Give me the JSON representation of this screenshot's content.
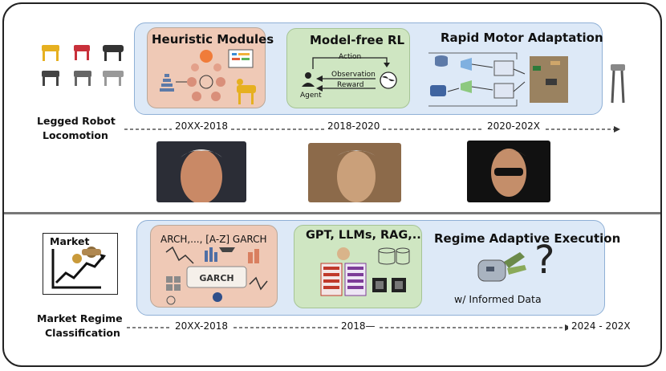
{
  "top": {
    "label_line1": "Legged Robot",
    "label_line2": "Locomotion",
    "heuristic_title": "Heuristic  Modules",
    "modelfree_title": "Model-free RL",
    "modelfree": {
      "action": "Action",
      "observation": "Observation",
      "reward": "Reward",
      "agent": "Agent"
    },
    "rma_title": "Rapid Motor Adaptation",
    "timeline": [
      "20XX-2018",
      "2018-2020",
      "2020-202X"
    ]
  },
  "bottom": {
    "label_line1": "Market Regime",
    "label_line2": "Classification",
    "market_label": "Market",
    "garch_title": "ARCH,..., [A-Z] GARCH",
    "garch_text": "GARCH",
    "llm_title": "GPT, LLMs, RAG,..",
    "regime_title": "Regime Adaptive Execution",
    "informed": "w/ Informed Data",
    "question": "?",
    "timeline": [
      "20XX-2018",
      "2018—",
      "2024 - 202X"
    ]
  },
  "colors": {
    "band": "#dde9f7",
    "heuristic_box": "#efc9b6",
    "modelfree_box": "#cfe6c2",
    "garch_box": "#efc9b6",
    "llm_box": "#cfe6c2"
  }
}
